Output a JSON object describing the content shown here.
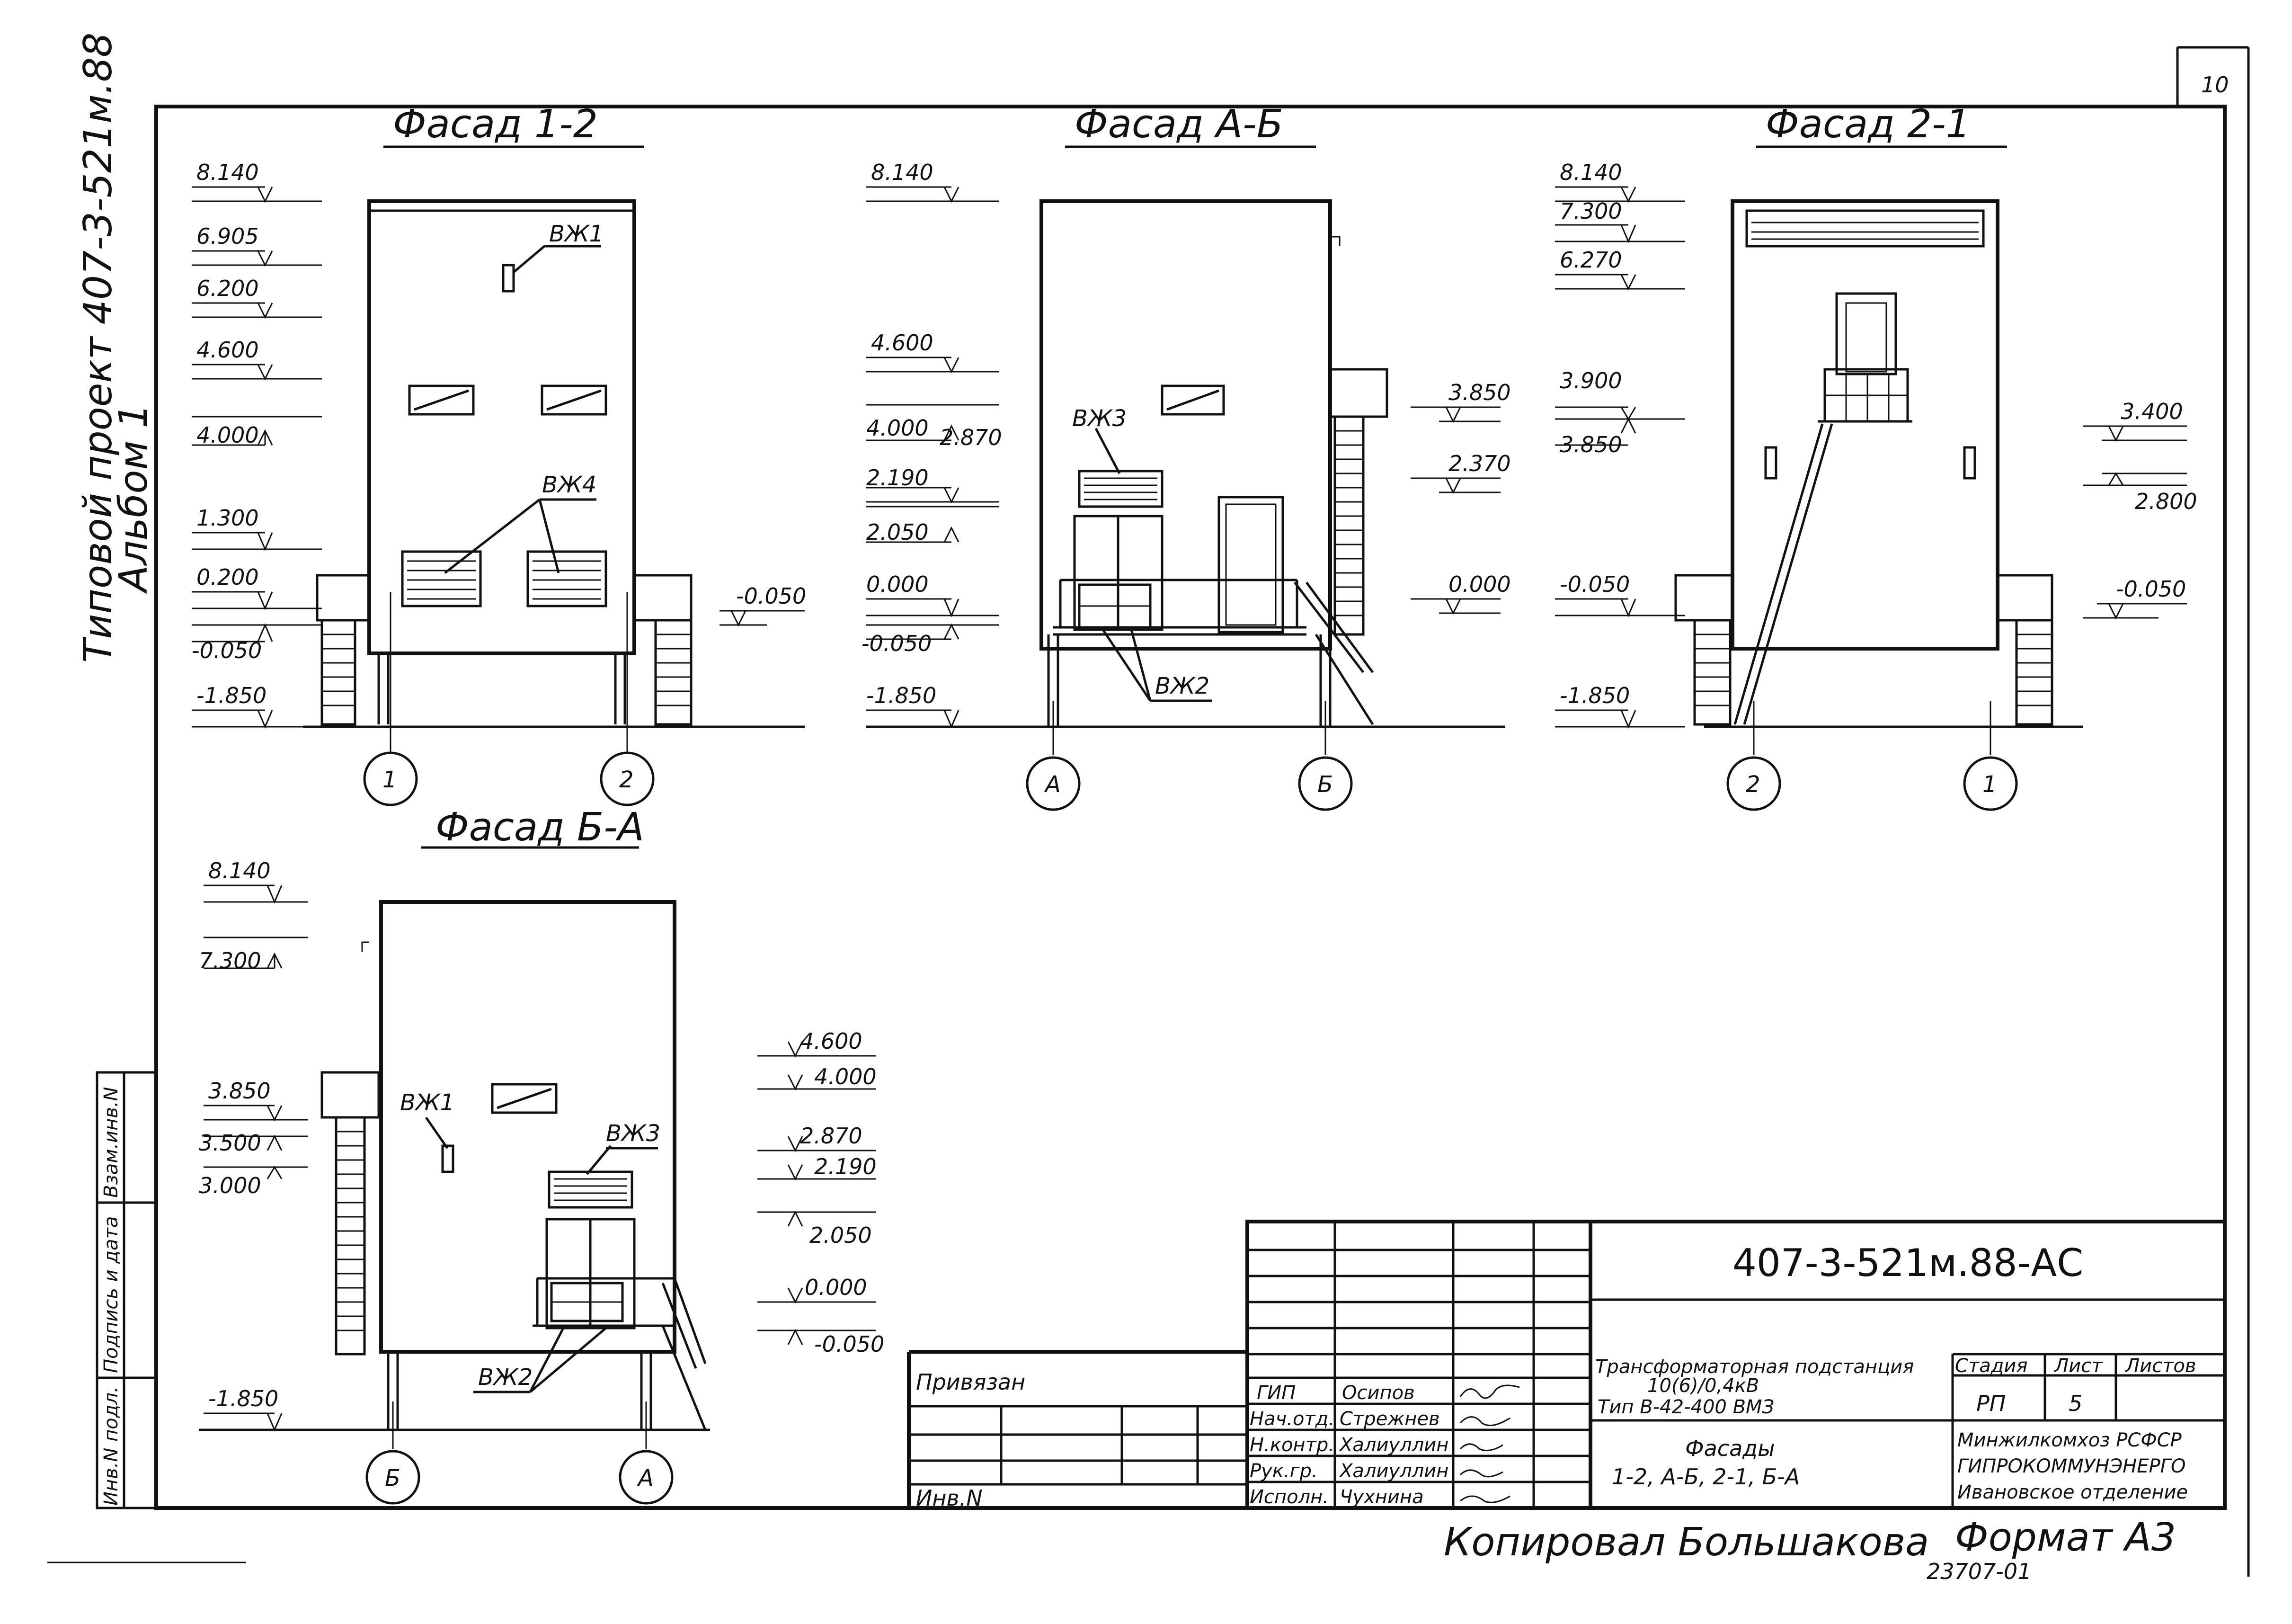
{
  "sheet_no": "10",
  "side": {
    "project_line": "Типовой проект 407-3-521м.88",
    "album": "Альбом 1",
    "stamp_cells": [
      "Инв.N подл.",
      "Подпись и дата",
      "Взам.инв.N"
    ]
  },
  "facades": {
    "f12": {
      "title": "Фасад 1-2",
      "levels_left": [
        "8.140",
        "6.905",
        "6.200",
        "4.600",
        "4.000",
        "1.300",
        "0.200",
        "-0.050",
        "-1.850"
      ],
      "levels_right": [
        "-0.050"
      ],
      "marks": [
        "ВЖ1",
        "ВЖ4"
      ],
      "axes": [
        "1",
        "2"
      ]
    },
    "fab": {
      "title": "Фасад А-Б",
      "levels_left": [
        "8.140",
        "4.600",
        "4.000",
        "2.870",
        "2.190",
        "2.050",
        "0.000",
        "-0.050",
        "-1.850"
      ],
      "levels_right": [
        "3.850",
        "2.370",
        "0.000"
      ],
      "marks": [
        "ВЖ3",
        "ВЖ2"
      ],
      "axes": [
        "А",
        "Б"
      ]
    },
    "f21": {
      "title": "Фасад 2-1",
      "levels_left": [
        "8.140",
        "7.300",
        "6.270",
        "3.900",
        "3.850",
        "-0.050",
        "-1.850"
      ],
      "levels_right": [
        "3.400",
        "2.800",
        "-0.050"
      ],
      "axes": [
        "2",
        "1"
      ]
    },
    "fba": {
      "title": "Фасад Б-А",
      "levels_left": [
        "8.140",
        "7.300",
        "3.850",
        "3.500",
        "3.000",
        "-1.850"
      ],
      "levels_right": [
        "4.600",
        "4.000",
        "2.870",
        "2.190",
        "2.050",
        "0.000",
        "-0.050"
      ],
      "marks": [
        "ВЖ1",
        "ВЖ3",
        "ВЖ2"
      ],
      "axes": [
        "Б",
        "А"
      ]
    }
  },
  "title_block": {
    "code": "407-3-521м.88-АС",
    "privyazan": "Привязан",
    "inv": "Инв.N",
    "roles": [
      "ГИП",
      "Нач.отд.",
      "Н.контр.",
      "Рук.гр.",
      "Исполн."
    ],
    "names": [
      "Осипов",
      "Стрежнев",
      "Халиуллин",
      "Халиуллин",
      "Чухнина"
    ],
    "object_lines": [
      "Трансформаторная подстанция",
      "10(6)/0,4кВ",
      "Тип В-42-400 ВМЗ"
    ],
    "sheet_title": [
      "Фасады",
      "1-2, А-Б, 2-1, Б-А"
    ],
    "stage_hdr": "Стадия",
    "sheet_hdr": "Лист",
    "sheets_hdr": "Листов",
    "stage": "РП",
    "sheet": "5",
    "org": [
      "Минжилкомхоз РСФСР",
      "ГИПРОКОММУНЭНЕРГО",
      "Ивановское отделение"
    ]
  },
  "footer": {
    "copied": "Копировал Большакова",
    "format": "Формат А3",
    "order": "23707-01"
  }
}
